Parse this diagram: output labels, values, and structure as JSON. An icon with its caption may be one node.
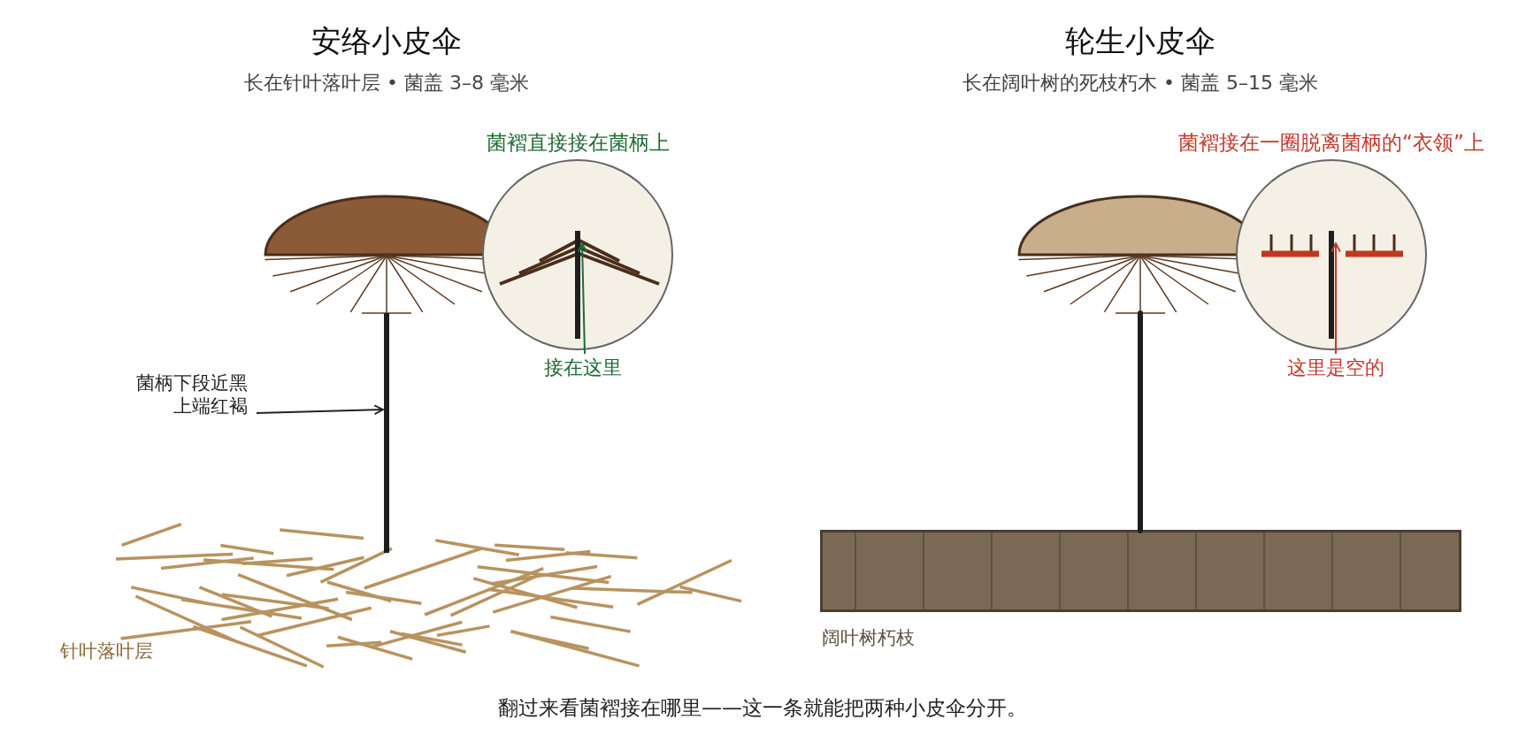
{
  "diagram": {
    "caption": "翻过来看菌褶接在哪里——这一条就能把两种小皮伞分开。",
    "nodes": [
      {
        "text": [
          "菌柄下段近黑上端红褐"
        ]
      },
      {
        "text": [],
        "shape": "bar"
      },
      {
        "text": [],
        "shape": "circle"
      },
      {
        "text": [],
        "shape": "bar",
        "in": 2
      },
      {
        "text": [
          "接在这里"
        ]
      },
      {
        "text": [],
        "shape": "circle"
      },
      {
        "text": [],
        "shape": "bar",
        "in": 5
      },
      {
        "text": [
          "这里是空的"
        ]
      }
    ],
    "edges": [
      {
        "from": 0,
        "to": 1,
        "arrow": "to",
        "color": "#222222"
      },
      {
        "from": 4,
        "to": 3,
        "arrow": "to",
        "color": "#1e6b34"
      },
      {
        "from": 7,
        "to": 6,
        "arrow": "to",
        "color": "#c0392b"
      }
    ],
    "labels": [
      "安络小皮伞",
      "长在针叶落叶层 • 菌盖 3–8 毫米",
      "菌褶直接接在菌柄上",
      "轮生小皮伞",
      "长在阔叶树的死枝朽木 • 菌盖 5–15 毫米",
      "菌褶接在一圈脱离菌柄的“衣领”上",
      "针叶落叶层",
      "阔叶树朽枝"
    ]
  }
}
